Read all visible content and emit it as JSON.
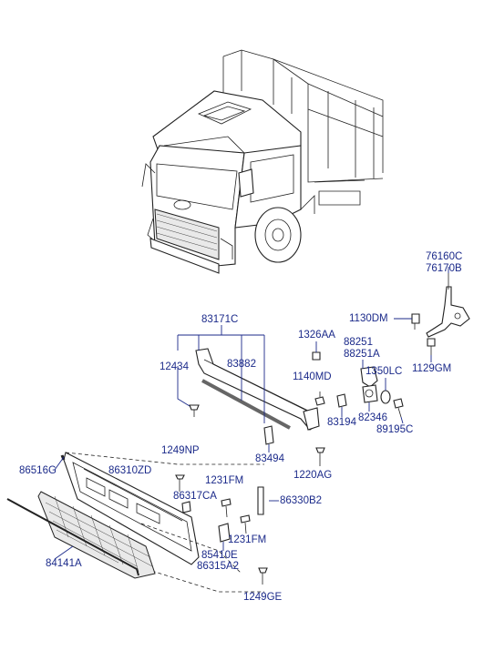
{
  "labels": {
    "l76160C": "76160C",
    "l76170B": "76170B",
    "l1130DM": "1130DM",
    "l1129GM": "1129GM",
    "l83171C": "83171C",
    "l1326AA": "1326AA",
    "l88251": "88251",
    "l88251A": "88251A",
    "l12434": "12434",
    "l83882": "83882",
    "l1350LC": "1350LC",
    "l1140MD": "1140MD",
    "l83194": "83194",
    "l82346": "82346",
    "l89195C": "89195C",
    "l83494": "83494",
    "l1249NP": "1249NP",
    "l1220AG": "1220AG",
    "l86516G": "86516G",
    "l86310ZD": "86310ZD",
    "l1231FM_a": "1231FM",
    "l86317CA": "86317CA",
    "l86330B2": "86330B2",
    "l1231FM_b": "1231FM",
    "l85410E": "85410E",
    "l86315A2": "86315A2",
    "l84141A": "84141A",
    "l1249GE": "1249GE"
  },
  "colors": {
    "label": "#1b2a8a",
    "line": "#222222"
  }
}
